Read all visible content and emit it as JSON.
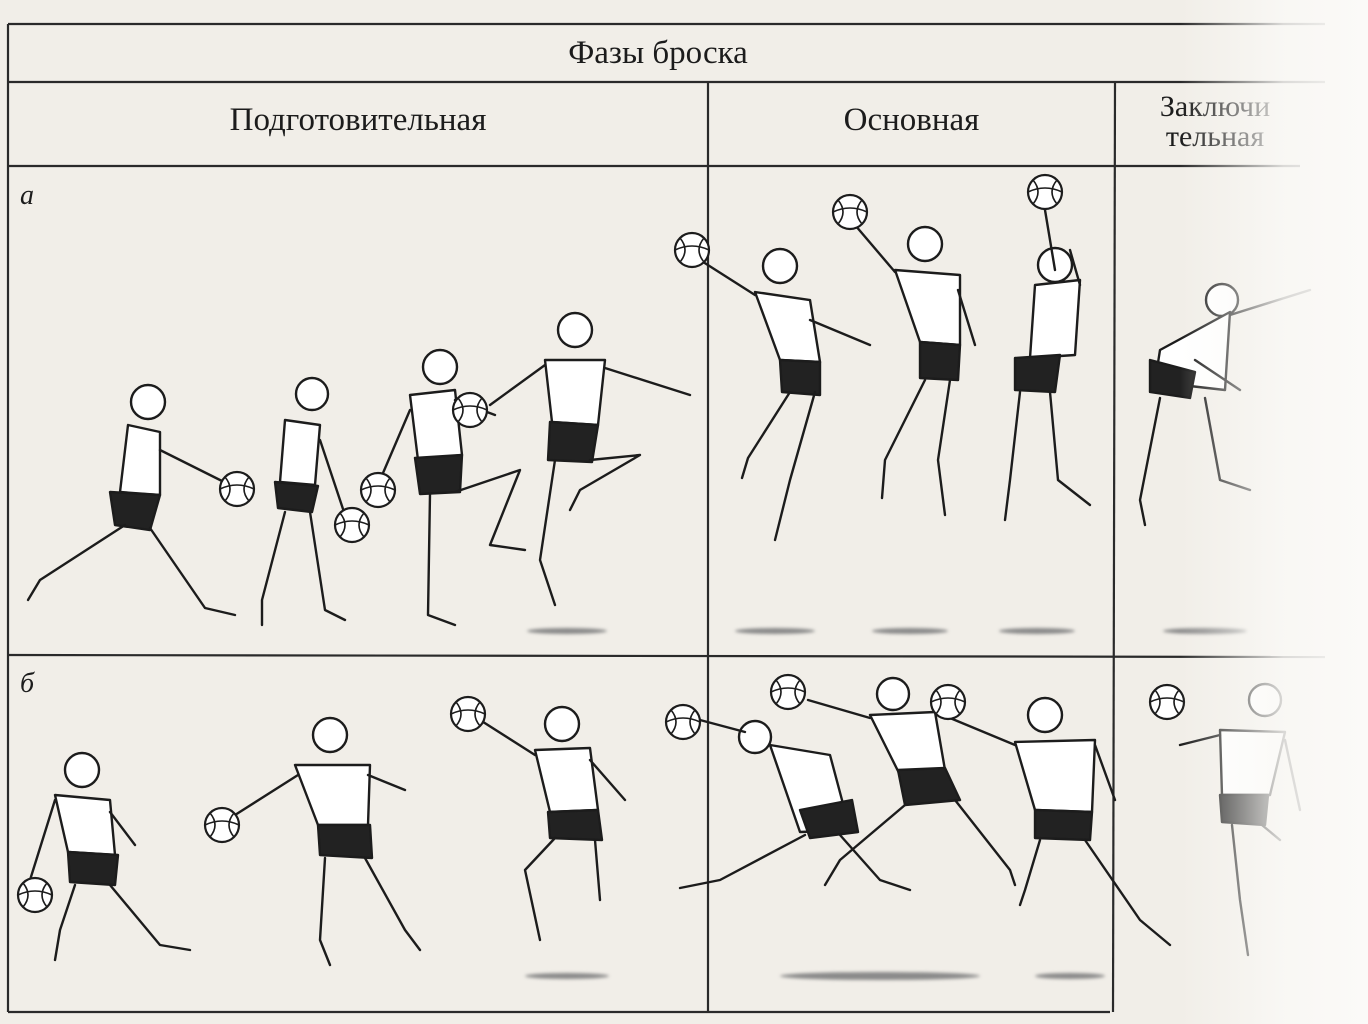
{
  "table": {
    "title": "Фазы броска",
    "phases": [
      {
        "label": "Подготовительная"
      },
      {
        "label": "Основная"
      },
      {
        "label_line1": "Заключи",
        "label_line2": "тельная"
      }
    ],
    "rows": [
      {
        "label": "а"
      },
      {
        "label": "б"
      }
    ]
  }
}
